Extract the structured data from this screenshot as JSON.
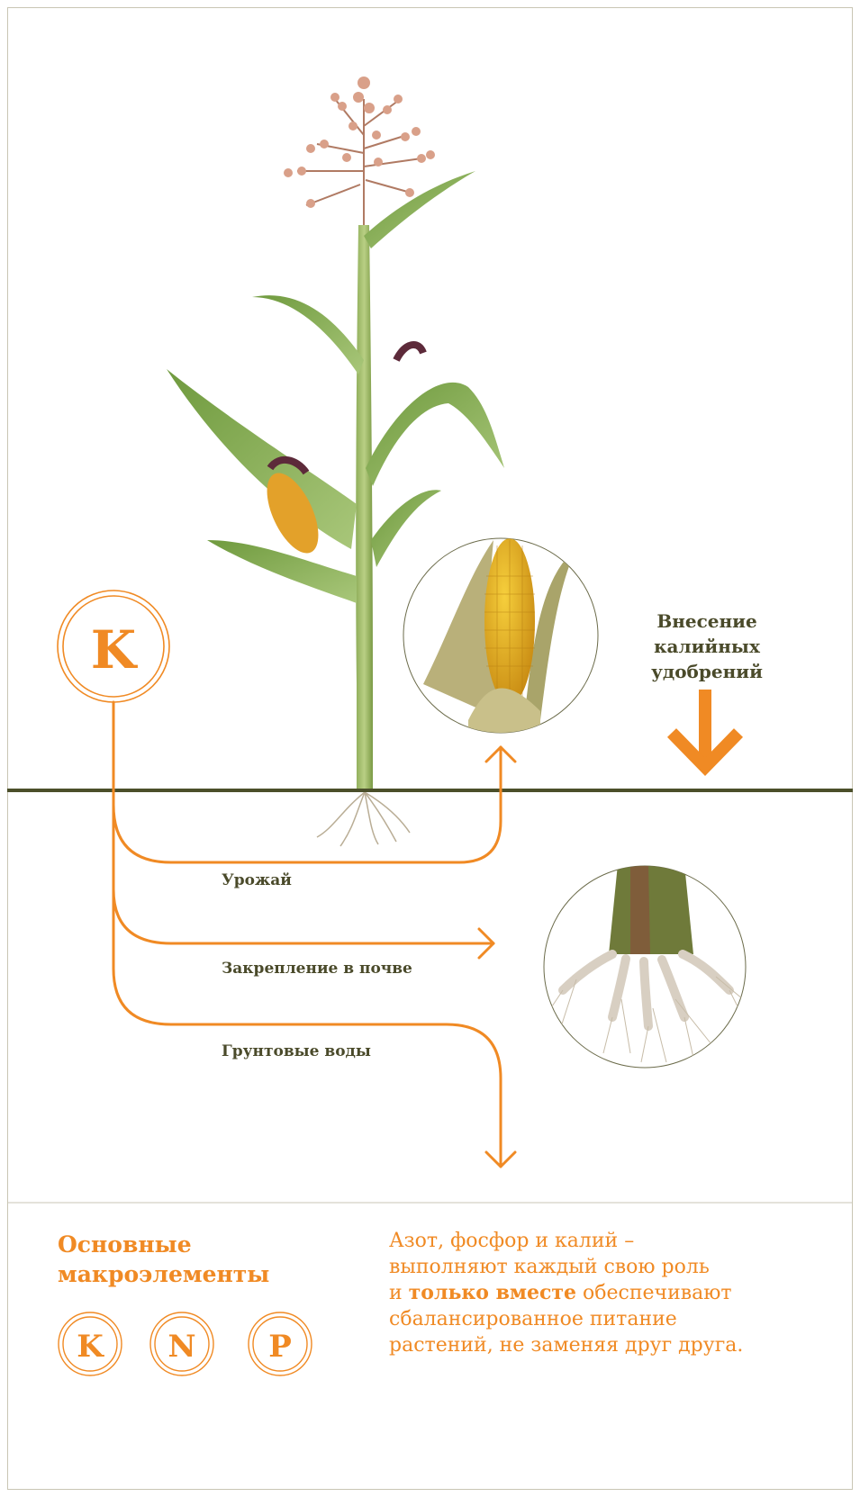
{
  "colors": {
    "accent": "#f08a24",
    "ground_line": "#4b4f2a",
    "label_text": "#4a4a2a",
    "frame_border": "#c9c6b4"
  },
  "element_badge": {
    "letter": "K"
  },
  "application": {
    "title_lines": [
      "Внесение",
      "калийных",
      "удобрений"
    ],
    "arrow_icon": "down-arrow-icon"
  },
  "flows": [
    {
      "label": "Урожай"
    },
    {
      "label": "Закрепление в почве"
    },
    {
      "label": "Грунтовые воды"
    }
  ],
  "illustrations": {
    "plant": "corn-plant-icon",
    "cob": "corn-cob-icon",
    "roots": "corn-roots-icon"
  },
  "bottom": {
    "title_lines": [
      "Основные",
      "макроэлементы"
    ],
    "badges": [
      "K",
      "N",
      "P"
    ],
    "text_line_1": "Азот, фосфор и калий –",
    "text_line_2": "выполняют каждый свою роль",
    "text_line_3_prefix": "и ",
    "text_line_3_bold": "только вместе",
    "text_line_3_suffix": " обеспечивают",
    "text_line_4": "сбалансированное питание",
    "text_line_5": "растений, не заменяя друг друга."
  }
}
